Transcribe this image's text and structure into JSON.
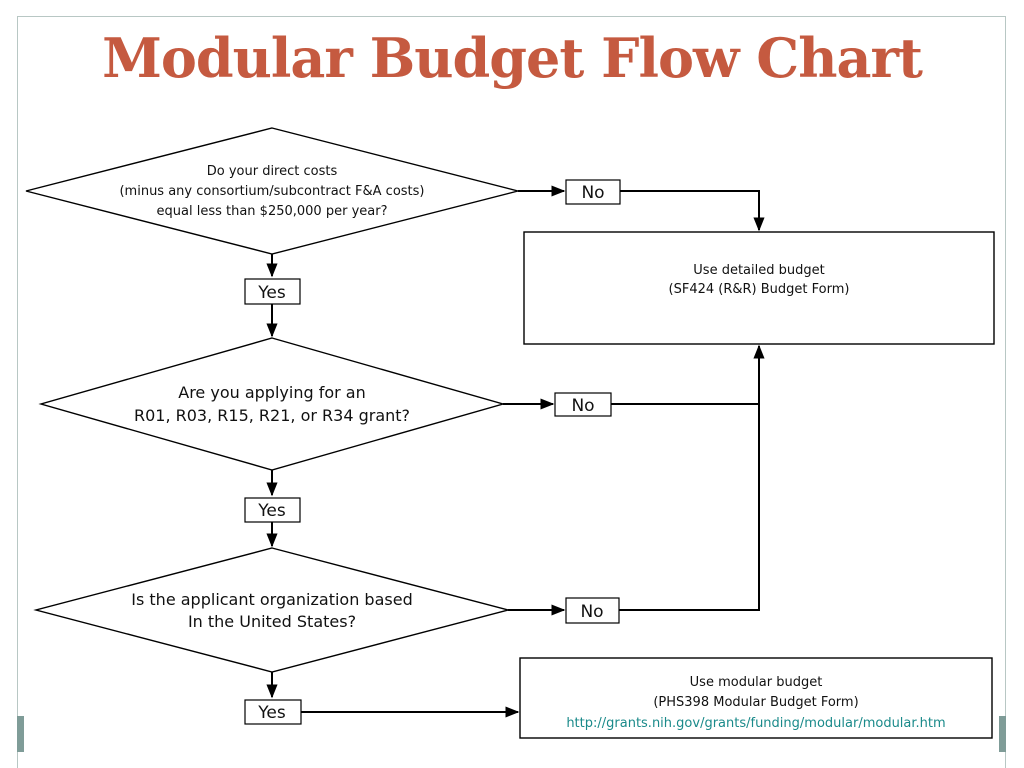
{
  "title": "Modular Budget Flow Chart",
  "decisions": [
    {
      "lines": [
        "Do your direct costs",
        "(minus any consortium/subcontract F&A costs)",
        "equal less than $250,000 per year?"
      ]
    },
    {
      "lines": [
        "Are you applying for an",
        "R01, R03, R15, R21, or R34 grant?"
      ]
    },
    {
      "lines": [
        "Is the applicant organization based",
        "In the United States?"
      ]
    }
  ],
  "labels": {
    "yes": "Yes",
    "no": "No"
  },
  "detailed_box": {
    "lines": [
      "Use detailed budget",
      "(SF424 (R&R) Budget Form)"
    ]
  },
  "modular_box": {
    "lines": [
      "Use modular budget",
      "(PHS398 Modular Budget Form)"
    ],
    "url": "http://grants.nih.gov/grants/funding/modular/modular.htm"
  },
  "colors": {
    "title": "#c55a40",
    "url": "#1a8a8a",
    "frame": "#b8c7c4",
    "accent_bar": "#7f9c98"
  }
}
